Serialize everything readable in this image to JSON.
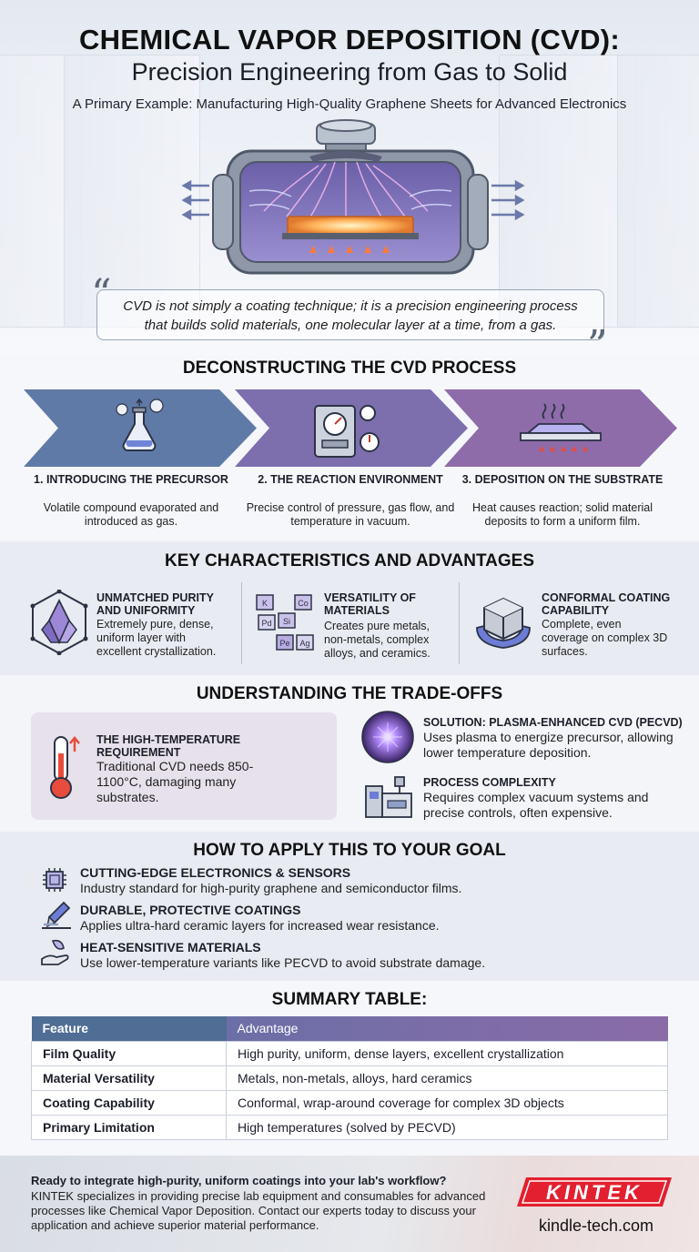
{
  "header": {
    "title_line1": "CHEMICAL VAPOR DEPOSITION (CVD):",
    "title_line2": "Precision Engineering from Gas to Solid",
    "subtitle": "A Primary Example: Manufacturing High-Quality Graphene Sheets for Advanced Electronics",
    "quote": "CVD is not simply a coating technique; it is a precision engineering process that builds solid materials, one molecular layer at a time, from a gas."
  },
  "process": {
    "heading": "DECONSTRUCTING THE CVD PROCESS",
    "steps": [
      {
        "title": "1. INTRODUCING THE PRECURSOR",
        "desc": "Volatile compound evaporated and introduced as gas.",
        "icon": "flask-icon"
      },
      {
        "title": "2. THE REACTION ENVIRONMENT",
        "desc": "Precise control of pressure, gas flow, and temperature in vacuum.",
        "icon": "gauge-panel-icon"
      },
      {
        "title": "3. DEPOSITION ON THE SUBSTRATE",
        "desc": "Heat causes reaction; solid material deposits to form a uniform film.",
        "icon": "heated-substrate-icon"
      }
    ],
    "colors": [
      "#5f7aa6",
      "#7d6fae",
      "#8e6ba9"
    ]
  },
  "characteristics": {
    "heading": "KEY CHARACTERISTICS AND ADVANTAGES",
    "items": [
      {
        "title": "UNMATCHED PURITY AND UNIFORMITY",
        "desc": "Extremely pure, dense, uniform layer with excellent crystallization.",
        "icon": "crystal-icon"
      },
      {
        "title": "VERSATILITY OF MATERIALS",
        "desc": "Creates pure metals, non-metals, complex alloys, and ceramics.",
        "icon": "element-tiles-icon",
        "tiles": [
          "K",
          "Co",
          "Pd",
          "Si",
          "Pe",
          "Ag"
        ]
      },
      {
        "title": "CONFORMAL COATING CAPABILITY",
        "desc": "Complete, even coverage on complex 3D surfaces.",
        "icon": "conformal-cube-icon"
      }
    ]
  },
  "tradeoffs": {
    "heading": "UNDERSTANDING THE TRADE-OFFS",
    "high_temp": {
      "title": "THE HIGH-TEMPERATURE REQUIREMENT",
      "desc": "Traditional CVD needs 850-1100°C, damaging many substrates.",
      "icon": "thermometer-icon"
    },
    "solution": {
      "title": "SOLUTION: PLASMA-ENHANCED CVD (PECVD)",
      "desc": "Uses plasma to energize precursor, allowing lower temperature deposition.",
      "icon": "plasma-icon"
    },
    "complexity": {
      "title": "PROCESS COMPLEXITY",
      "desc": "Requires complex vacuum systems and precise controls, often expensive.",
      "icon": "machine-icon"
    }
  },
  "apply": {
    "heading": "HOW TO APPLY THIS TO YOUR GOAL",
    "items": [
      {
        "title": "CUTTING-EDGE ELECTRONICS & SENSORS",
        "desc": "Industry standard for high-purity graphene and semiconductor films.",
        "icon": "chip-icon"
      },
      {
        "title": "DURABLE, PROTECTIVE COATINGS",
        "desc": "Applies ultra-hard ceramic layers for increased wear resistance.",
        "icon": "coating-tool-icon"
      },
      {
        "title": "HEAT-SENSITIVE MATERIALS",
        "desc": "Use lower-temperature variants like PECVD to avoid substrate damage.",
        "icon": "hand-leaf-icon"
      }
    ]
  },
  "summary": {
    "heading": "SUMMARY TABLE:",
    "columns": [
      "Feature",
      "Advantage"
    ],
    "rows": [
      [
        "Film Quality",
        "High purity, uniform, dense layers, excellent crystallization"
      ],
      [
        "Material Versatility",
        "Metals, non-metals, alloys, hard ceramics"
      ],
      [
        "Coating Capability",
        "Conformal, wrap-around coverage for complex 3D objects"
      ],
      [
        "Primary Limitation",
        "High temperatures (solved by PECVD)"
      ]
    ]
  },
  "footer": {
    "headline": "Ready to integrate high-purity, uniform coatings into your lab's workflow?",
    "body": "KINTEK specializes in providing precise lab equipment and consumables for advanced processes like Chemical Vapor Deposition. Contact our experts today to discuss your application and achieve superior material performance.",
    "logo_text": "KINTEK",
    "url": "kindle-tech.com",
    "brand_color": "#e2202f"
  }
}
